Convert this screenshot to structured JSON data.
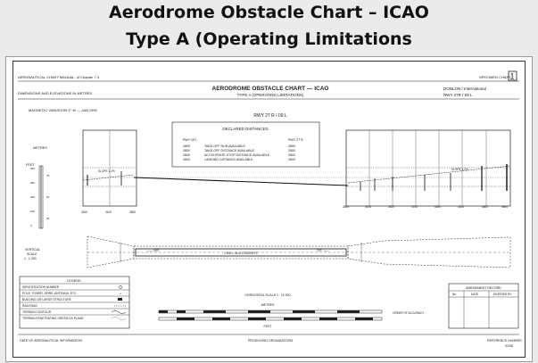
{
  "header": {
    "title_line1": "Aerodrome Obstacle Chart – ICAO",
    "title_line2": "Type A (Operating Limitations"
  },
  "chart": {
    "manual_ref": "AERONAUTICAL CHART MANUAL, of Chapter 7.3",
    "specimen_label": "SPECIMEN CHART",
    "specimen_number": "1",
    "heading": "AERODROME OBSTACLE CHART — ICAO",
    "subheading": "TYPE A (OPERATING LIMITATIONS)",
    "units_note": "DIMENSIONS AND ELEVATIONS IN METRES",
    "location": "DONLON / International",
    "runway_ref": "RWY 27R / 09 L",
    "magnetic_variation": "MAGNETIC VARIATION  3° W — JAN 1990",
    "runway_title": "RWY 27 R / 09 L",
    "declared": {
      "title": "DECLARED DISTANCES",
      "left_head": "RWY 09 L",
      "right_head": "RWY 27 R",
      "rows": [
        {
          "left": "2800",
          "label": "TAKE-OFF RUN AVAILABLE",
          "right": "2800"
        },
        {
          "left": "2800",
          "label": "TAKE-OFF DISTANCE AVAILABLE",
          "right": "2800"
        },
        {
          "left": "2800",
          "label": "ACCELERATE-STOP DISTANCE AVAILABLE",
          "right": "2800"
        },
        {
          "left": "2800",
          "label": "LANDING DISTANCE AVAILABLE",
          "right": "2800"
        }
      ]
    },
    "scale_feet": "FEET",
    "scale_metres": "METRES",
    "vertical_scale": "VERTICAL SCALE 1 : 1 000",
    "slope_left": "SLOPE 1.2%",
    "slope_right": "SLOPE 1.2%",
    "left_axis_ticks": [
      "3400",
      "3100",
      "2800"
    ],
    "right_axis_ticks": [
      "2800",
      "3100",
      "3400",
      "3700",
      "4000",
      "4300",
      "4600",
      "4900"
    ],
    "plan_label_left": "—— 090°",
    "plan_label_center": "2 800 × 45 m CONCRETE",
    "plan_label_right": "270° ——",
    "legend": {
      "title": "LEGEND",
      "items": [
        "IDENTIFICATION NUMBER",
        "POLE, TOWER, SPIRE, ANTENNA, ETC",
        "BUILDING OR LARGE STRUCTURE",
        "RAILROAD",
        "TERRAIN CONTOUR",
        "TERRAIN PENETRATING OBSTACLE PLANE"
      ]
    },
    "horizontal_scale": "HORIZONTAL SCALE 1 : 10 000",
    "scale_bar_metres": "METRES",
    "scale_bar_feet": "FEET",
    "order_accuracy": "ORDER OF ACCURACY",
    "amendment": {
      "title": "AMENDMENT RECORD",
      "cols": [
        "No.",
        "DATE",
        "ENTERED BY"
      ]
    },
    "footer_left": "DATE OF AERONAUTICAL INFORMATION",
    "footer_center": "PRODUCING ORGANIZATION",
    "footer_right": "REFERENCE NUMBER",
    "footer_right_num": "02/08"
  }
}
